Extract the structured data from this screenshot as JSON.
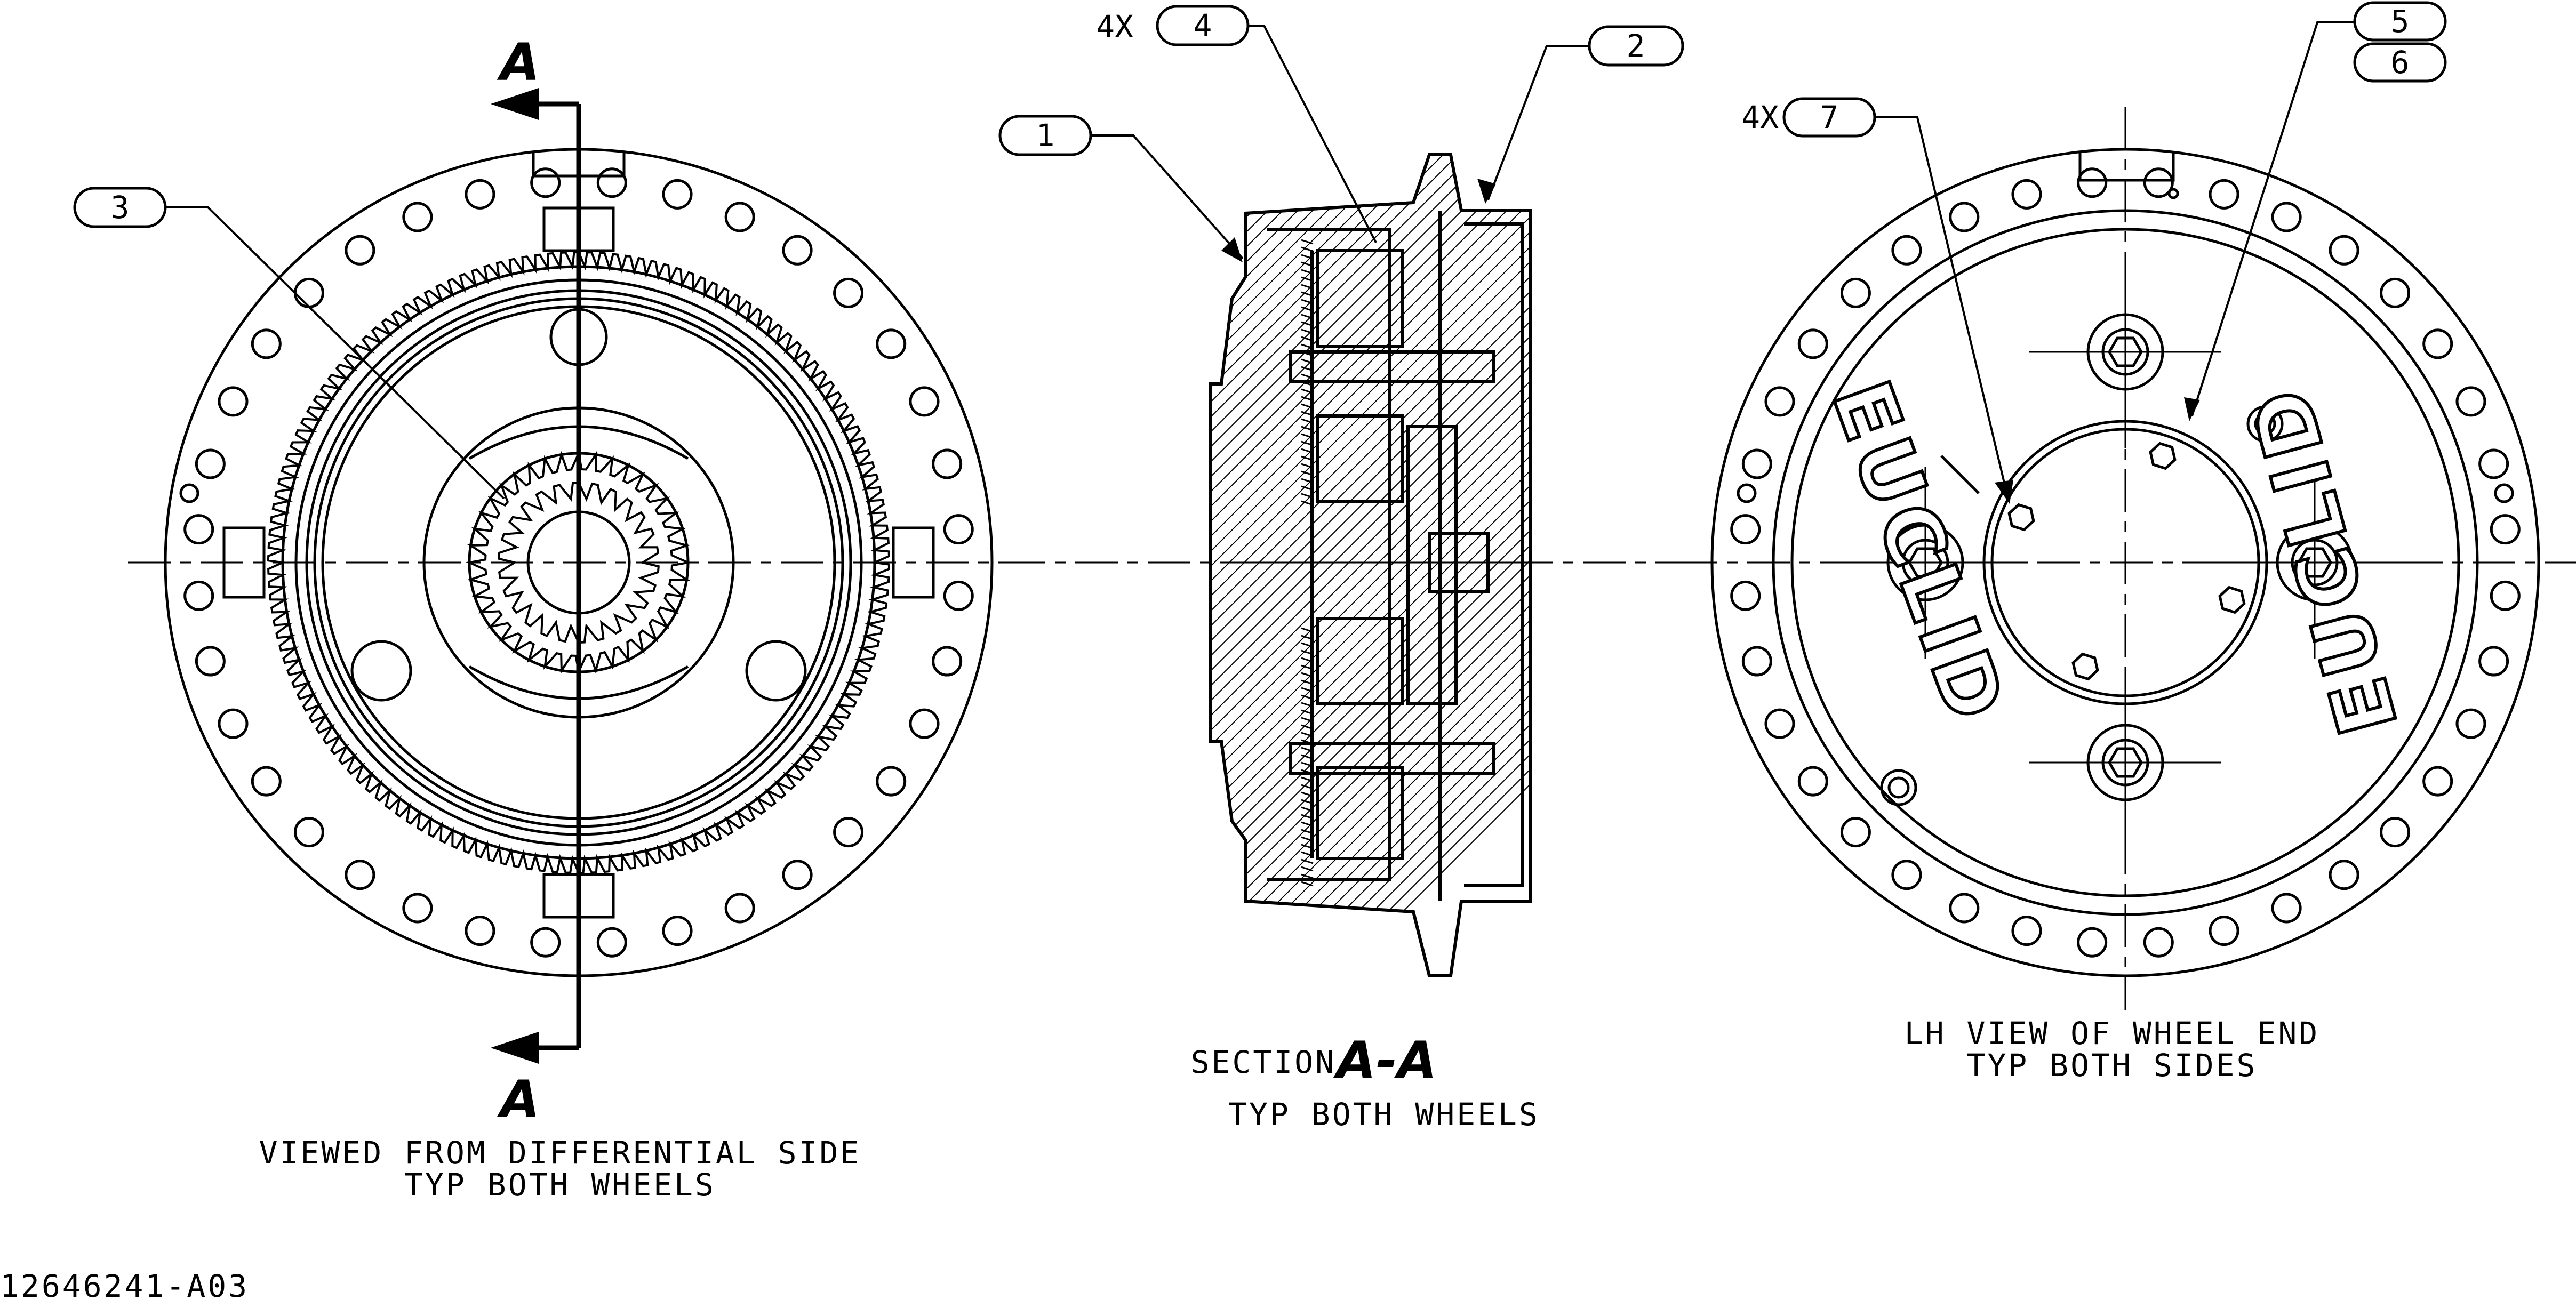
{
  "balloons": [
    {
      "id": "b1",
      "label": "1"
    },
    {
      "id": "b2",
      "label": "2"
    },
    {
      "id": "b3",
      "label": "3"
    },
    {
      "id": "b4",
      "label": "4",
      "qty": "4X"
    },
    {
      "id": "b5",
      "label": "5"
    },
    {
      "id": "b6",
      "label": "6"
    },
    {
      "id": "b7",
      "label": "7",
      "qty": "4X"
    }
  ],
  "views": {
    "left": {
      "line1": "VIEWED FROM DIFFERENTIAL SIDE",
      "line2": "TYP BOTH WHEELS"
    },
    "section": {
      "prefix": "SECTION",
      "name": "A-A",
      "line2": "TYP BOTH WHEELS"
    },
    "right": {
      "line1": "LH VIEW OF WHEEL END",
      "line2": "TYP BOTH SIDES"
    }
  },
  "section_marker": "A",
  "brand_text": "EUCLID",
  "drawing_number": "12646241-A03"
}
